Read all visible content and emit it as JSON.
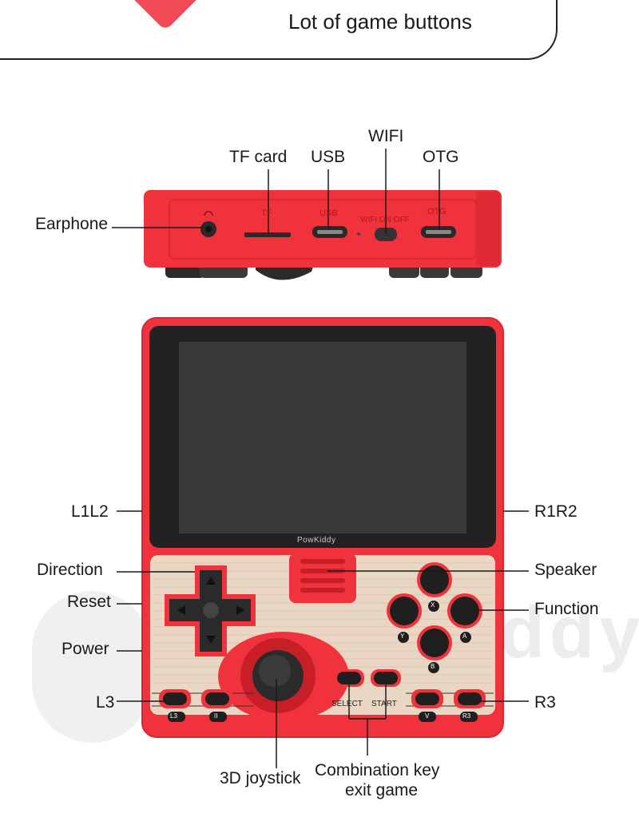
{
  "banner": {
    "text": "Lot of game buttons"
  },
  "top_view": {
    "labels": {
      "tf_card": "TF card",
      "usb": "USB",
      "wifi": "WIFI",
      "otg": "OTG",
      "earphone": "Earphone"
    },
    "printed": {
      "tf": "TF",
      "usb": "USB",
      "wifi_switch": "WIFI ON OFF",
      "otg": "OTG"
    }
  },
  "front_view": {
    "brand": "PowKiddy",
    "labels": {
      "l1l2": "L1L2",
      "r1r2": "R1R2",
      "direction": "Direction",
      "speaker": "Speaker",
      "reset": "Reset",
      "function": "Function",
      "power": "Power",
      "l3": "L3",
      "r3": "R3",
      "joystick": "3D joystick",
      "combo_line1": "Combination key",
      "combo_line2": "exit game"
    },
    "printed": {
      "x": "X",
      "y": "Y",
      "a": "A",
      "b": "B",
      "select": "SELECT",
      "start": "START",
      "l3_btn": "L3",
      "pause_btn": "II",
      "v_btn": "V",
      "r3_btn": "R3"
    }
  },
  "watermark": "Powkiddy",
  "colors": {
    "body_red": "#f0323c",
    "dark_red": "#c81e28",
    "panel": "#e9d6c3",
    "screen": "#3a3a3a"
  }
}
